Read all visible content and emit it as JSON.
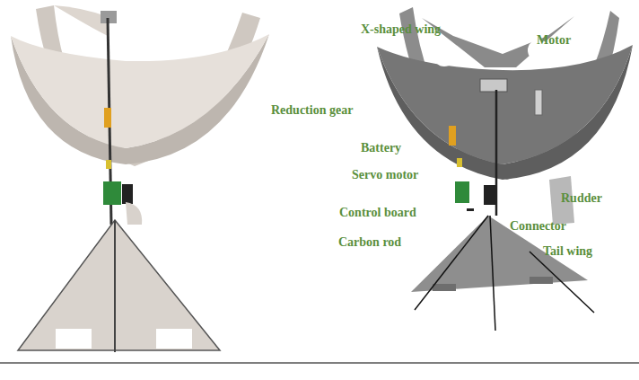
{
  "diagram": {
    "labels": [
      "X-shaped wing",
      "Motor",
      "Reduction gear",
      "Battery",
      "Servo motor",
      "Rudder",
      "Control board",
      "Connector",
      "Carbon rod",
      "Tail wing"
    ]
  }
}
